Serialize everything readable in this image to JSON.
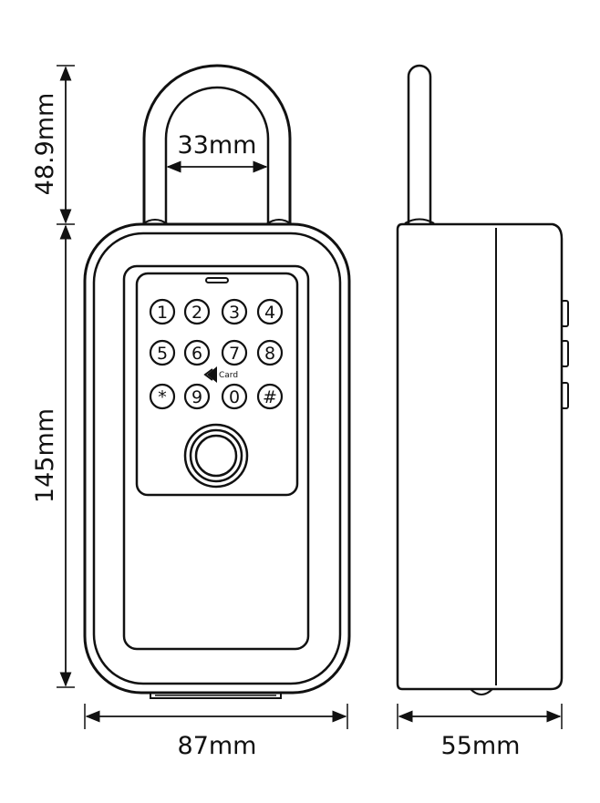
{
  "dimensions": {
    "shackle_height": "48.9mm",
    "shackle_width": "33mm",
    "body_height": "145mm",
    "body_width": "87mm",
    "depth": "55mm"
  },
  "keypad": {
    "keys": [
      "1",
      "2",
      "3",
      "4",
      "5",
      "6",
      "7",
      "8",
      "*",
      "9",
      "0",
      "#"
    ],
    "card_label": "Card"
  },
  "colors": {
    "line": "#111111",
    "background": "#ffffff"
  },
  "icons": {
    "fingerprint": "fingerprint-sensor-icon",
    "card": "card-reader-icon"
  }
}
